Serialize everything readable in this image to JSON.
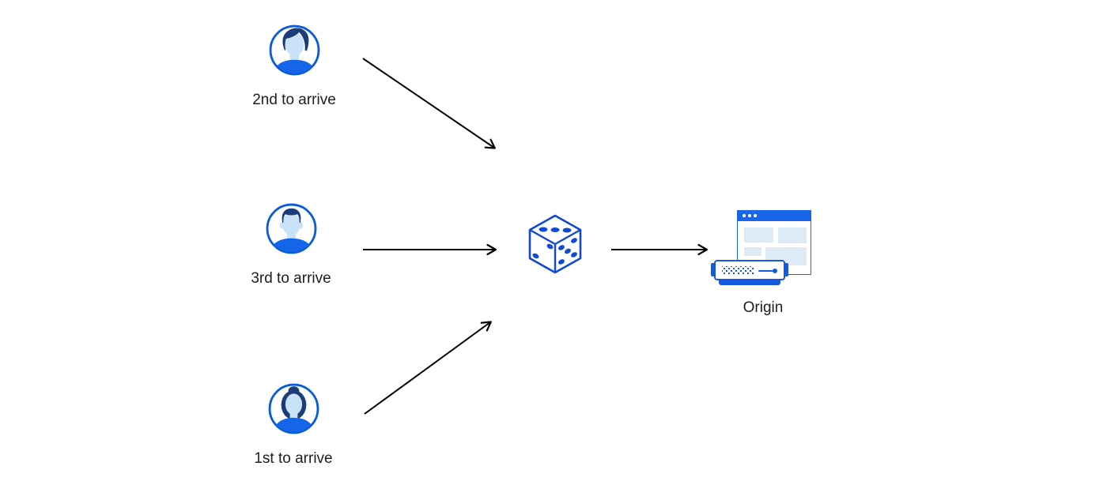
{
  "diagram": {
    "nodes": {
      "user_second": {
        "label": "2nd to arrive",
        "icon": "avatar-man-swept-hair"
      },
      "user_third": {
        "label": "3rd to arrive",
        "icon": "avatar-man-short-hair"
      },
      "user_first": {
        "label": "1st to arrive",
        "icon": "avatar-woman-bun"
      },
      "dice": {
        "label": "",
        "icon": "dice-cube"
      },
      "origin": {
        "label": "Origin",
        "icon": "browser-window-and-server"
      }
    },
    "edges": [
      {
        "from": "user_second",
        "to": "dice"
      },
      {
        "from": "user_third",
        "to": "dice"
      },
      {
        "from": "user_first",
        "to": "dice"
      },
      {
        "from": "dice",
        "to": "origin"
      }
    ]
  },
  "colors": {
    "background": "#ffffff",
    "arrow": "#000000",
    "label_text": "#1d1d1f",
    "avatar_ring": "#0b5cd8",
    "avatar_hair": "#1d3d7a",
    "avatar_skin": "#c9e2f8",
    "avatar_shirt": "#1465e8",
    "dice_blue": "#1149d4",
    "browser_blue": "#1a66e8",
    "panel_fill": "#dfeaf7",
    "server_blue": "#1559e0"
  }
}
